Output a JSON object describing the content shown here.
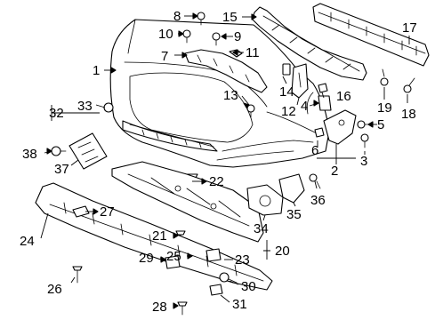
{
  "callouts": {
    "c1": "1",
    "c2": "2",
    "c3": "3",
    "c4": "4",
    "c5": "5",
    "c6": "6",
    "c7": "7",
    "c8": "8",
    "c9": "9",
    "c10": "10",
    "c11": "11",
    "c12": "12",
    "c13": "13",
    "c14": "14",
    "c15": "15",
    "c16": "16",
    "c17": "17",
    "c18": "18",
    "c19": "19",
    "c20": "20",
    "c21": "21",
    "c22": "22",
    "c23": "23",
    "c24": "24",
    "c25": "25",
    "c26": "26",
    "c27": "27",
    "c28": "28",
    "c29": "29",
    "c30": "30",
    "c31": "31",
    "c32": "32",
    "c33": "33",
    "c34": "34",
    "c35": "35",
    "c36": "36",
    "c37": "37",
    "c38": "38"
  },
  "colors": {
    "line": "#000000",
    "background": "#ffffff"
  }
}
